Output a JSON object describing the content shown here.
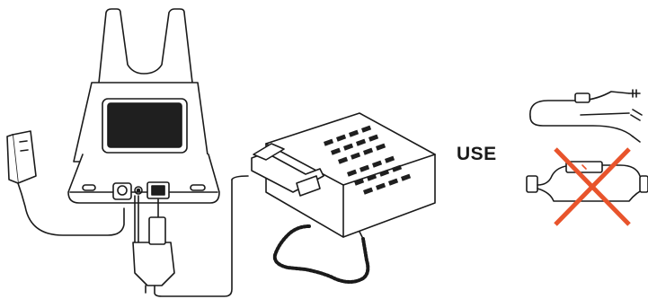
{
  "diagram": {
    "use_label": "USE",
    "colors": {
      "line": "#1a1a1a",
      "base_fill": "#ffffff",
      "screen_fill": "#1f1f1f",
      "cross": "#e8542c"
    },
    "components": [
      "power-adapter",
      "headset-base",
      "desk-phone",
      "y-splitter-cable",
      "optional-ehs-cable",
      "crossed-out-cable"
    ]
  }
}
